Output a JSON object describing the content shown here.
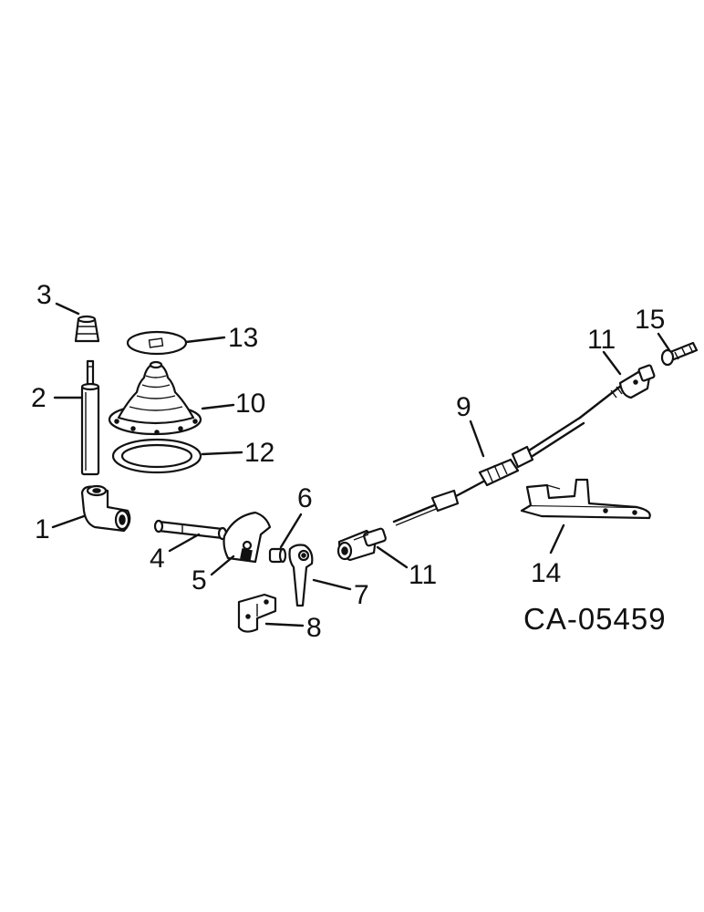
{
  "diagram": {
    "code": "CA-05459",
    "callouts": [
      {
        "id": "c1",
        "label": "1"
      },
      {
        "id": "c2",
        "label": "2"
      },
      {
        "id": "c3",
        "label": "3"
      },
      {
        "id": "c4",
        "label": "4"
      },
      {
        "id": "c5",
        "label": "5"
      },
      {
        "id": "c6",
        "label": "6"
      },
      {
        "id": "c7",
        "label": "7"
      },
      {
        "id": "c8",
        "label": "8"
      },
      {
        "id": "c9",
        "label": "9"
      },
      {
        "id": "c10",
        "label": "10"
      },
      {
        "id": "c11a",
        "label": "11"
      },
      {
        "id": "c11b",
        "label": "11"
      },
      {
        "id": "c12",
        "label": "12"
      },
      {
        "id": "c13",
        "label": "13"
      },
      {
        "id": "c14",
        "label": "14"
      },
      {
        "id": "c15",
        "label": "15"
      }
    ]
  }
}
